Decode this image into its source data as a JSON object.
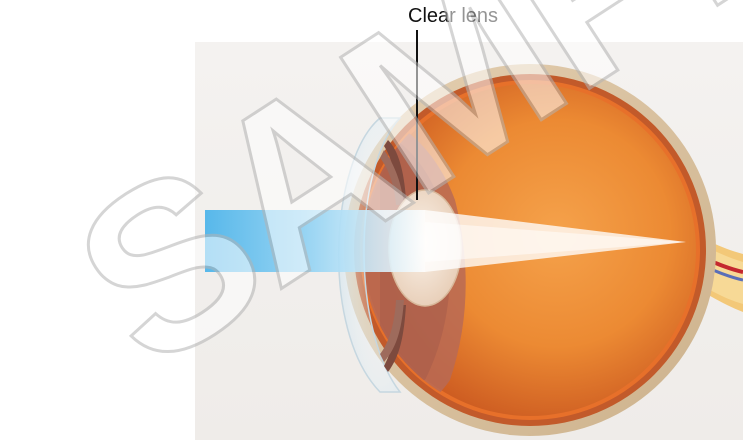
{
  "diagram": {
    "callout_label": "Clear lens"
  },
  "watermark": {
    "text": "SAMPLE"
  },
  "colors": {
    "background": "#ffffff",
    "backdrop": "#f2f0ee",
    "sclera": "#d9c1a0",
    "choroid": "#c25a2a",
    "retina_interior": "#ee8e37",
    "iris": "#9e6b5c",
    "lens": "#f7e6d6",
    "light_beam": "#4ab3ea",
    "optic_nerve": "#f5d08a",
    "blood_vessel_red": "#c4282f",
    "blood_vessel_blue": "#5a6fb8",
    "label_text": "#111111",
    "callout_line": "#111111"
  },
  "icons": {
    "eye": "eye-cross-section",
    "beam": "light-beam",
    "lens": "lens-icon"
  }
}
